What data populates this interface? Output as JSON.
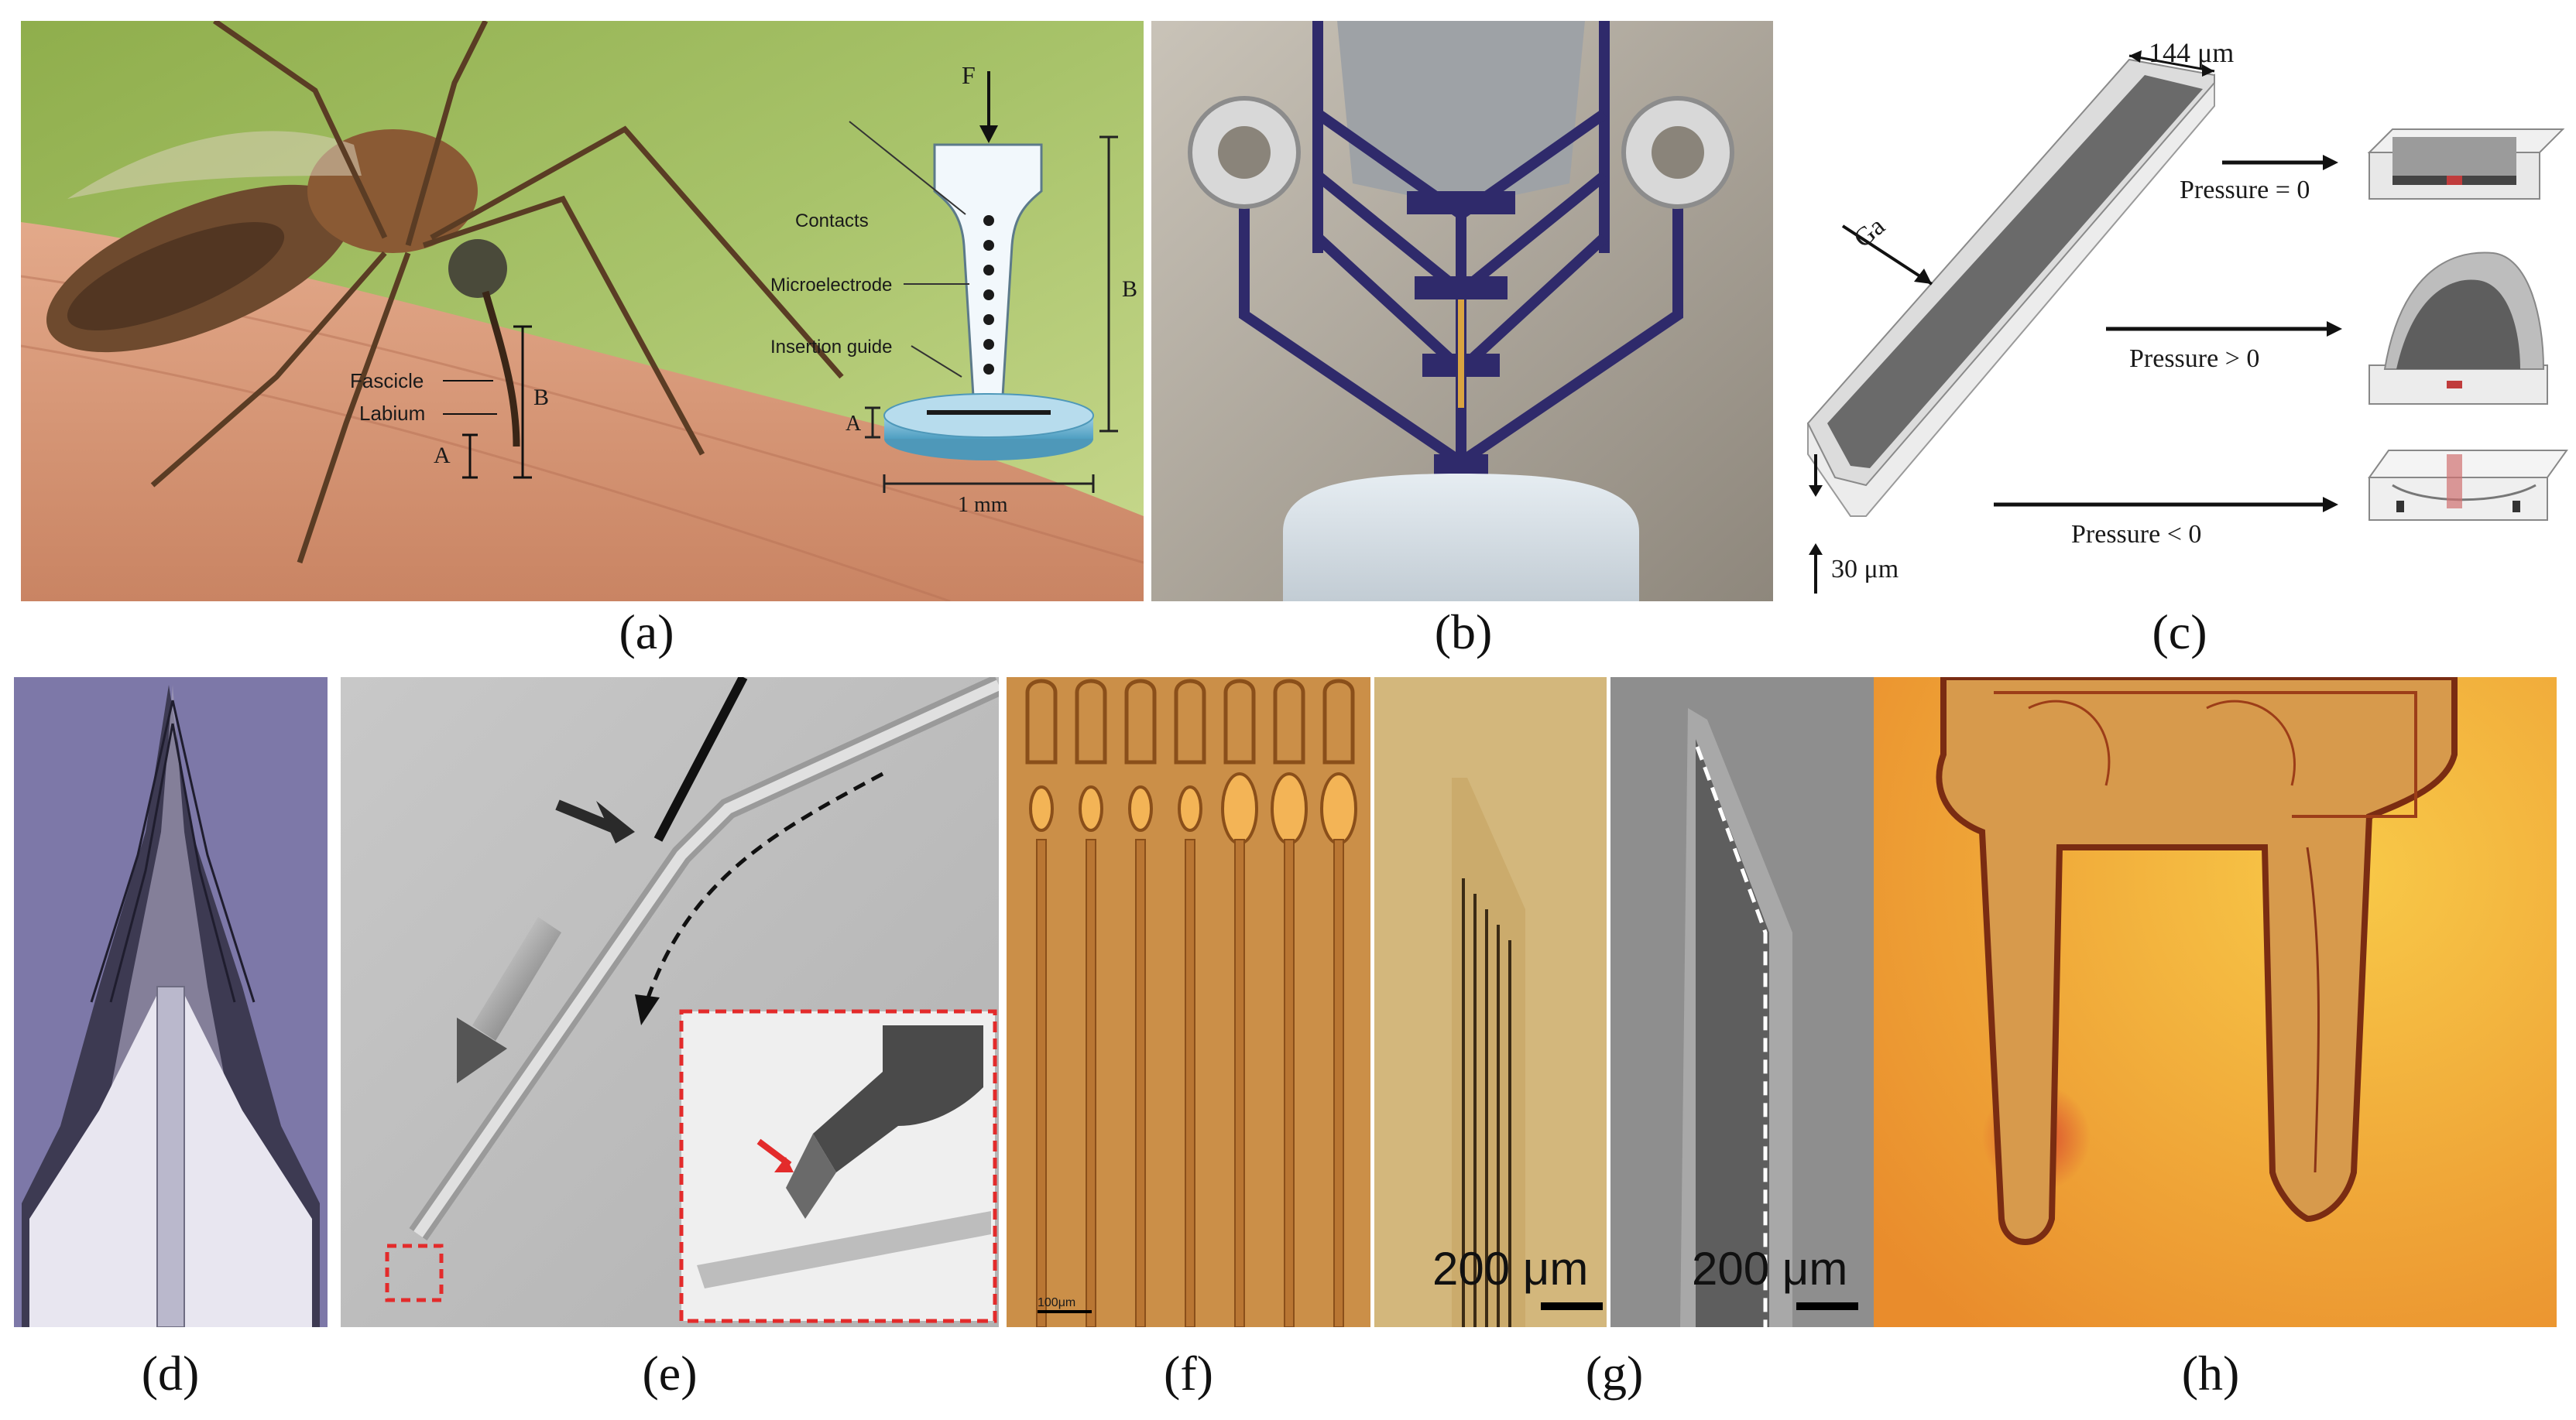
{
  "captions": {
    "a": "(a)",
    "b": "(b)",
    "c": "(c)",
    "d": "(d)",
    "e": "(e)",
    "f": "(f)",
    "g": "(g)",
    "h": "(h)"
  },
  "panel_a": {
    "force_label": "F",
    "contacts_label": "Contacts",
    "microelectrode_label": "Microelectrode",
    "insertion_guide_label": "Insertion guide",
    "dim_a_label": "A",
    "dim_b_label": "B",
    "width_label": "1 mm",
    "fascicle_label": "Fascicle",
    "labium_label": "Labium",
    "mosquito_a_label": "A",
    "mosquito_b_label": "B"
  },
  "panel_c": {
    "width_label": "144 μm",
    "thickness_label": "30 μm",
    "ga_label": "Ga",
    "pressure_zero": "Pressure = 0",
    "pressure_pos": "Pressure > 0",
    "pressure_neg": "Pressure < 0"
  },
  "panel_f": {
    "scale_label": "100μm"
  },
  "panel_g": {
    "scale_left": "200 μm",
    "scale_right": "200 μm"
  }
}
